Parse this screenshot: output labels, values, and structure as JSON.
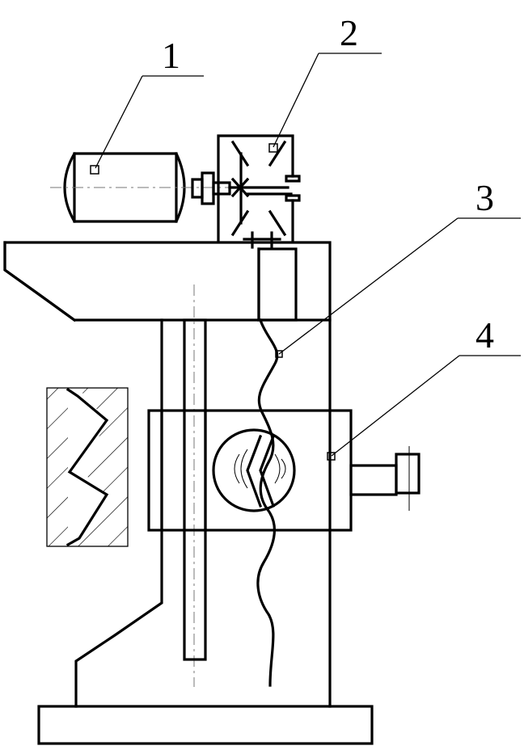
{
  "callouts": [
    {
      "label": "1"
    },
    {
      "label": "2"
    },
    {
      "label": "3"
    },
    {
      "label": "4"
    }
  ],
  "colors": {
    "line": "#000000",
    "background": "#ffffff",
    "centerline": "#777777"
  }
}
